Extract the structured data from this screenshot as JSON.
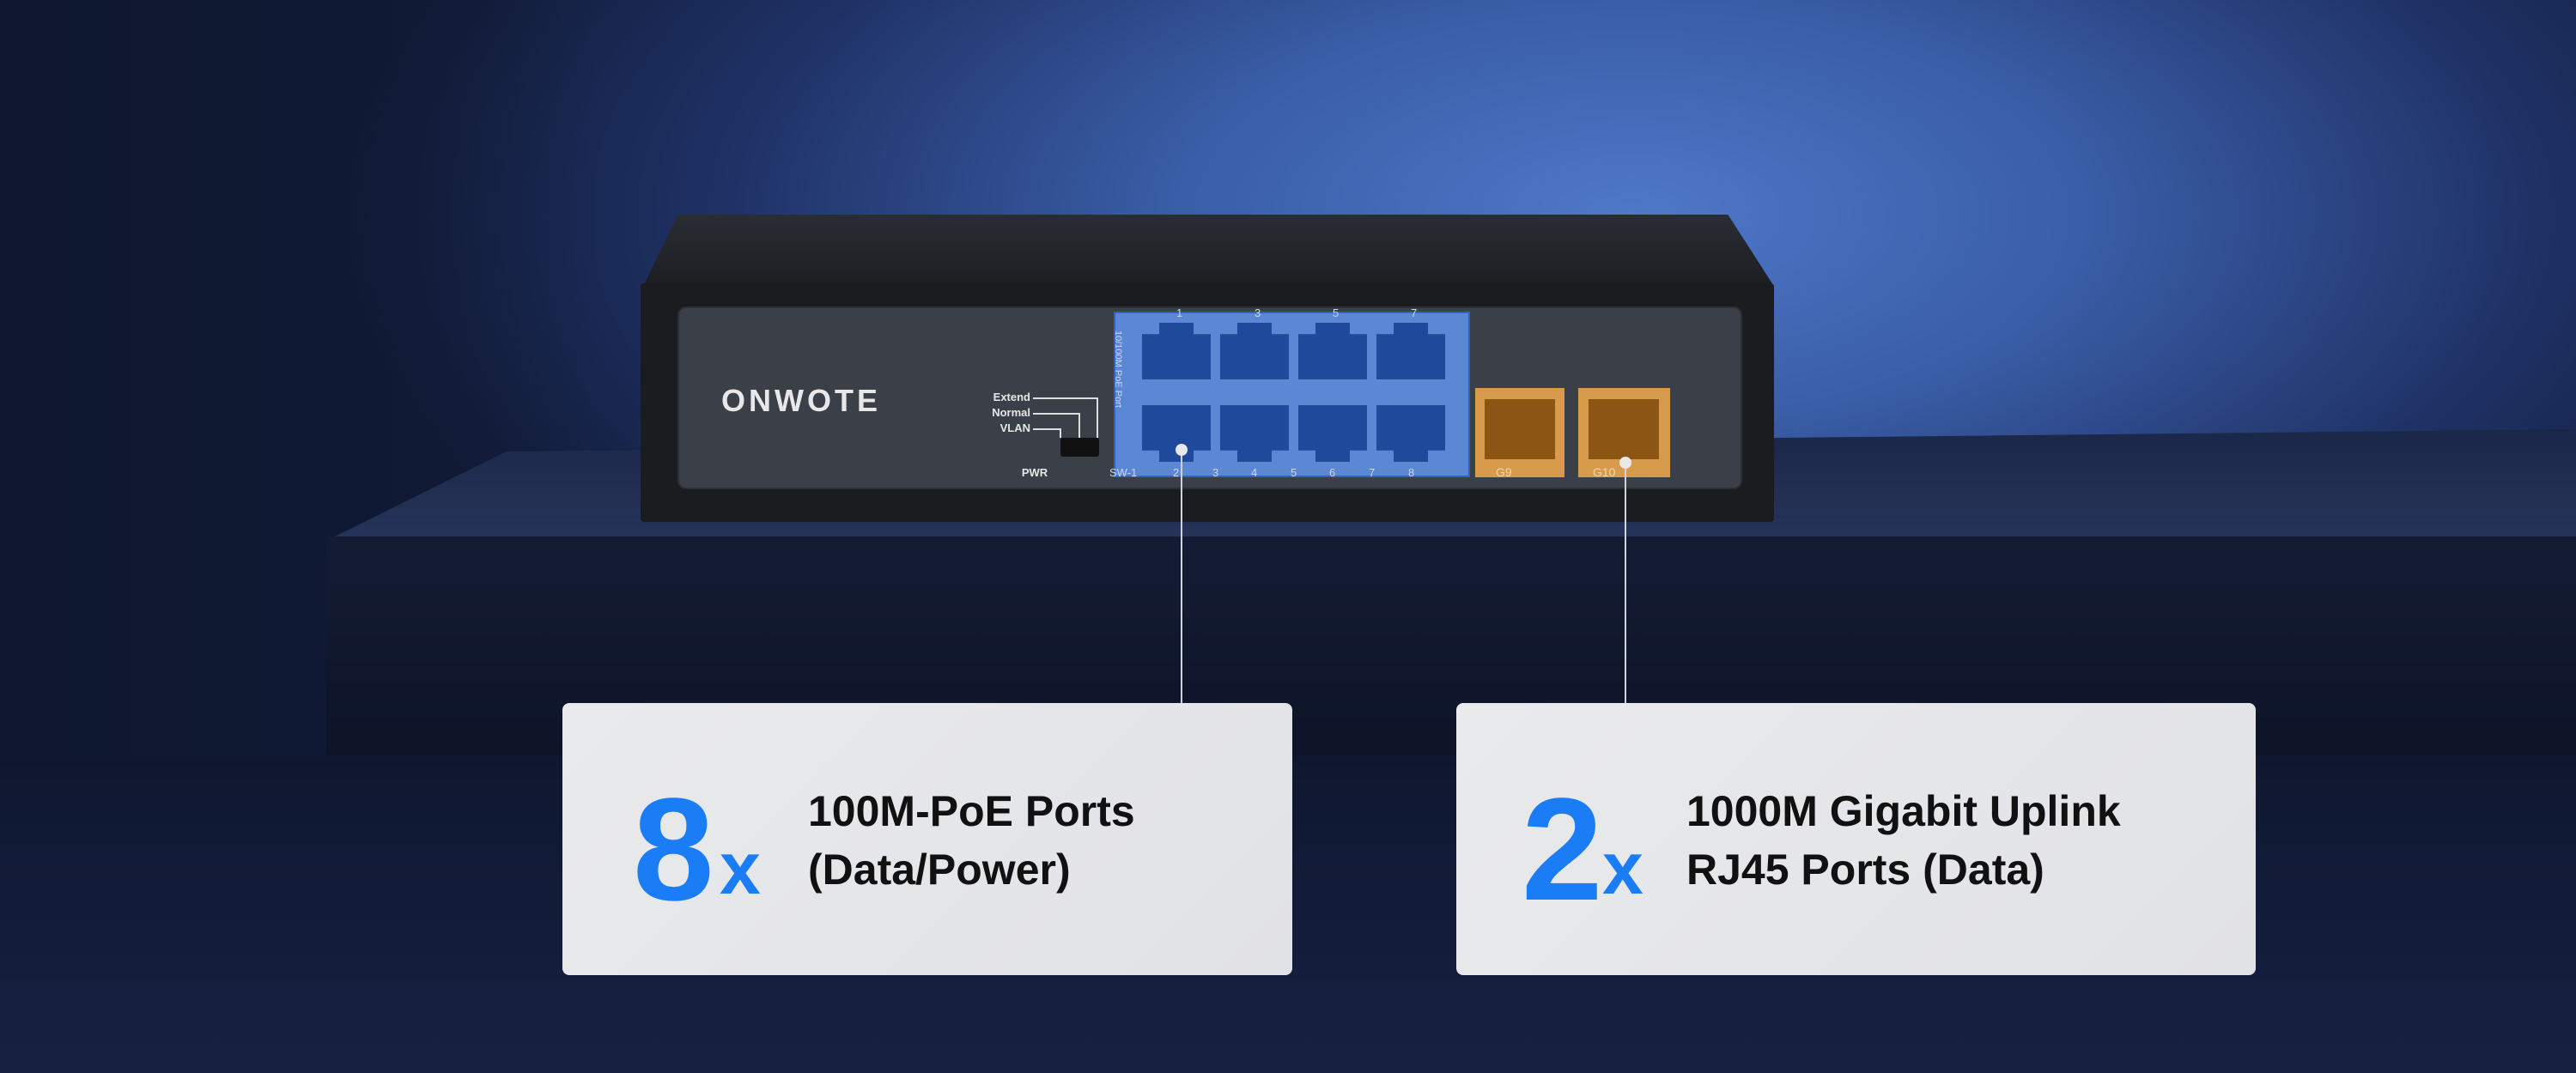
{
  "device": {
    "brand": "ONWOTE",
    "modes": [
      "Extend",
      "Normal",
      "VLAN"
    ],
    "power_label": "PWR",
    "poe_port_group_label": "10/100M PoE Port",
    "top_port_numbers": [
      "1",
      "3",
      "5",
      "7"
    ],
    "bottom_port_numbers": [
      "SW-1",
      "2",
      "3",
      "4",
      "5",
      "6",
      "7",
      "8"
    ],
    "uplink_ports": [
      "G9",
      "G10"
    ],
    "colors": {
      "poe_ports": "#5c87d4",
      "uplink_ports": "#d89a4b"
    }
  },
  "callouts": [
    {
      "count": "8",
      "suffix": "x",
      "line1": "100M-PoE Ports",
      "line2": "(Data/Power)"
    },
    {
      "count": "2",
      "suffix": "x",
      "line1": "1000M Gigabit Uplink",
      "line2": "RJ45 Ports (Data)"
    }
  ],
  "accent_color": "#1a7df5"
}
